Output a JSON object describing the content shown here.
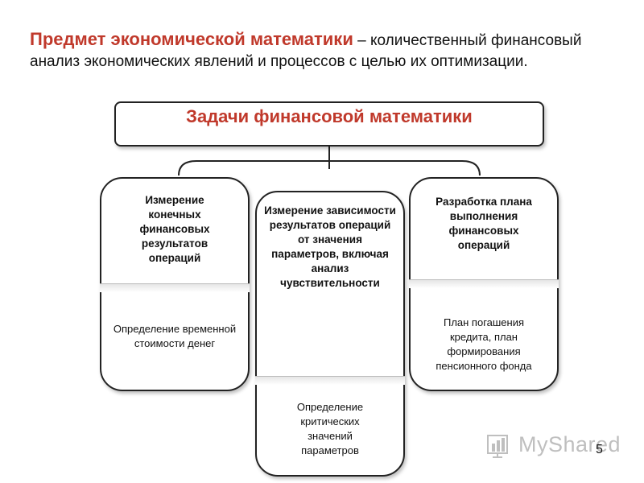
{
  "intro": {
    "term": "Предмет экономической математики",
    "definition": " – количественный финансовый анализ экономических явлений и процессов с целью их оптимизации."
  },
  "root": {
    "title": "Задачи финансовой математики"
  },
  "tasks": [
    {
      "head": "Измерение конечных финансовых результатов операций",
      "foot": "Определение временной стоимости денег"
    },
    {
      "head": "Измерение зависимости результатов операций от значения параметров, включая анализ чувствительности",
      "foot": "Определение критических значений параметров"
    },
    {
      "head": "Разработка плана выполнения финансовых операций",
      "foot": "План погашения кредита, план формирования пенсионного фонда"
    }
  ],
  "watermark": {
    "text": "MyShared",
    "icon": "bar-chart-icon"
  },
  "page_number": "5",
  "colors": {
    "accent": "#c0392b",
    "border": "#222222",
    "watermark": "#bfbfbf"
  }
}
